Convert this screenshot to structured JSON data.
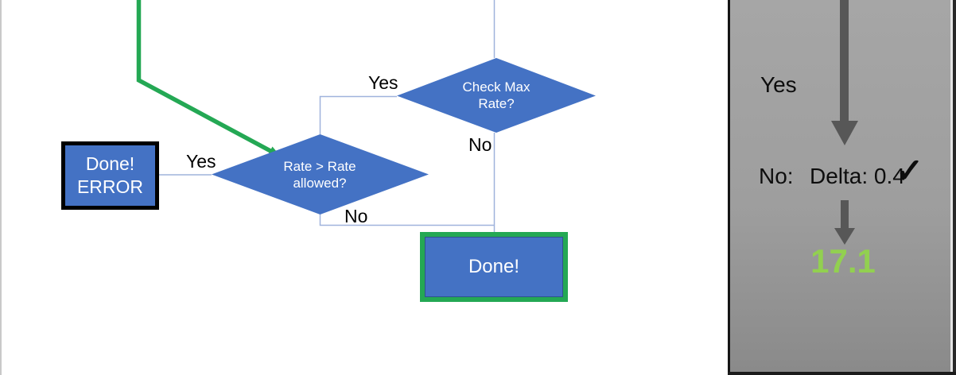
{
  "flowchart": {
    "decision_check_max_rate": {
      "line1": "Check Max",
      "line2": "Rate?"
    },
    "decision_rate_allowed": {
      "line1": "Rate > Rate",
      "line2": "allowed?"
    },
    "box_done_error": {
      "line1": "Done!",
      "line2": "ERROR"
    },
    "box_done": {
      "label": "Done!"
    },
    "labels": {
      "check_max_yes": "Yes",
      "check_max_no": "No",
      "rate_allowed_yes": "Yes",
      "rate_allowed_no": "No"
    }
  },
  "side_panel": {
    "yes_label": "Yes",
    "no_label": "No:",
    "delta_value": "Delta: 0.4",
    "check_icon": "✓",
    "result_value": "17.1"
  },
  "colors": {
    "shape_blue": "#4472C4",
    "connector_blue": "#9FB3DC",
    "accent_green": "#24A854",
    "result_green": "#92D050",
    "arrow_gray": "#575757"
  }
}
